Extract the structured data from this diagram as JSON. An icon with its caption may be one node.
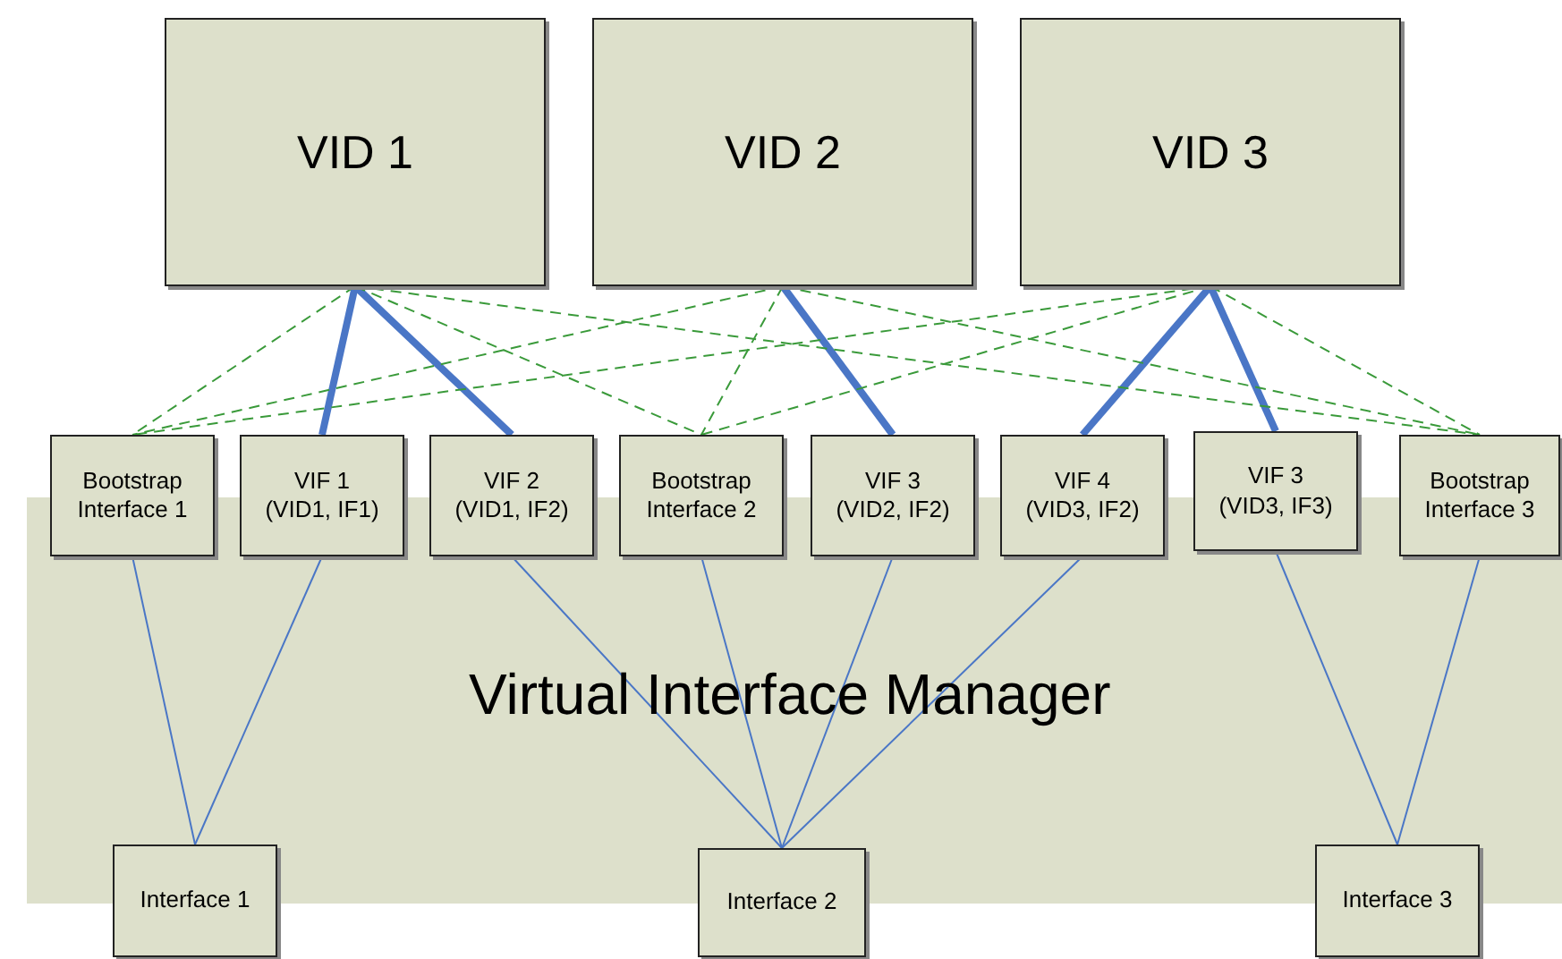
{
  "diagram": {
    "nodes": [
      {
        "text": [
          "VID 1"
        ]
      },
      {
        "text": [
          "VID 2"
        ]
      },
      {
        "text": [
          "VID 3"
        ]
      },
      {
        "text": [
          "Bootstrap Interface 1"
        ]
      },
      {
        "text": [
          "VIF 1 (VID1, IF1)"
        ]
      },
      {
        "text": [
          "VIF 2 (VID1, IF2)"
        ]
      },
      {
        "text": [
          "Bootstrap Interface 2"
        ]
      },
      {
        "text": [
          "VIF 3 (VID2, IF2)"
        ]
      },
      {
        "text": [
          "VIF 4 (VID3, IF2)"
        ]
      },
      {
        "text": [
          "VIF 3 (VID3, IF3)"
        ]
      },
      {
        "text": [
          "Bootstrap Interface 3"
        ]
      },
      {
        "text": [
          "Interface 1"
        ]
      },
      {
        "text": [
          "Interface 2"
        ]
      },
      {
        "text": [
          "Interface 3"
        ]
      }
    ],
    "edges": [
      {
        "from": 0,
        "to": 4,
        "arrow": "none",
        "style": "thick"
      },
      {
        "from": 0,
        "to": 5,
        "arrow": "none",
        "style": "thick"
      },
      {
        "from": 1,
        "to": 7,
        "arrow": "none",
        "style": "thick"
      },
      {
        "from": 2,
        "to": 8,
        "arrow": "none",
        "style": "thick"
      },
      {
        "from": 2,
        "to": 9,
        "arrow": "none",
        "style": "thick"
      },
      {
        "from": 0,
        "to": 3,
        "arrow": "none",
        "style": "dashed",
        "color": "#3a9a3a"
      },
      {
        "from": 0,
        "to": 6,
        "arrow": "none",
        "style": "dashed",
        "color": "#3a9a3a"
      },
      {
        "from": 0,
        "to": 10,
        "arrow": "none",
        "style": "dashed",
        "color": "#3a9a3a"
      },
      {
        "from": 1,
        "to": 3,
        "arrow": "none",
        "style": "dashed",
        "color": "#3a9a3a"
      },
      {
        "from": 1,
        "to": 6,
        "arrow": "none",
        "style": "dashed",
        "color": "#3a9a3a"
      },
      {
        "from": 1,
        "to": 10,
        "arrow": "none",
        "style": "dashed",
        "color": "#3a9a3a"
      },
      {
        "from": 2,
        "to": 3,
        "arrow": "none",
        "style": "dashed",
        "color": "#3a9a3a"
      },
      {
        "from": 2,
        "to": 6,
        "arrow": "none",
        "style": "dashed",
        "color": "#3a9a3a"
      },
      {
        "from": 2,
        "to": 10,
        "arrow": "none",
        "style": "dashed",
        "color": "#3a9a3a"
      },
      {
        "from": 3,
        "to": 11,
        "arrow": "none"
      },
      {
        "from": 4,
        "to": 11,
        "arrow": "none"
      },
      {
        "from": 5,
        "to": 12,
        "arrow": "none"
      },
      {
        "from": 6,
        "to": 12,
        "arrow": "none"
      },
      {
        "from": 7,
        "to": 12,
        "arrow": "none"
      },
      {
        "from": 8,
        "to": 12,
        "arrow": "none"
      },
      {
        "from": 9,
        "to": 13,
        "arrow": "none"
      },
      {
        "from": 10,
        "to": 13,
        "arrow": "none"
      }
    ],
    "labels": [
      "Virtual Interface Manager"
    ]
  }
}
